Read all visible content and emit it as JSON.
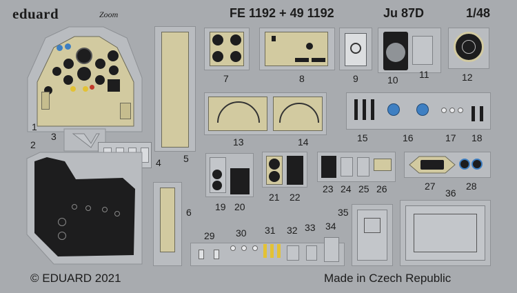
{
  "header": {
    "brand": "eduard",
    "zoom_logo": "Zoom",
    "set_code": "FE 1192 + 49 1192",
    "aircraft": "Ju 87D",
    "scale": "1/48"
  },
  "parts": {
    "p1": "1",
    "p2": "2",
    "p3": "3",
    "p4": "4",
    "p5": "5",
    "p6": "6",
    "p7": "7",
    "p8": "8",
    "p9": "9",
    "p10": "10",
    "p11": "11",
    "p12": "12",
    "p13": "13",
    "p14": "14",
    "p15": "15",
    "p16": "16",
    "p17": "17",
    "p18": "18",
    "p19": "19",
    "p20": "20",
    "p21": "21",
    "p22": "22",
    "p23": "23",
    "p24": "24",
    "p25": "25",
    "p26": "26",
    "p27": "27",
    "p28": "28",
    "p29": "29",
    "p30": "30",
    "p31": "31",
    "p32": "32",
    "p33": "33",
    "p34": "34",
    "p35": "35",
    "p36": "36"
  },
  "footer": {
    "copyright": "© EDUARD 2021",
    "origin": "Made in Czech Republic"
  },
  "colors": {
    "fret": "#a8abaf",
    "tan_paint": "#d2caa0",
    "black_panel": "#1d1d1e",
    "blue_lens": "#3e7fc2",
    "yellow_knob": "#e3c234"
  }
}
